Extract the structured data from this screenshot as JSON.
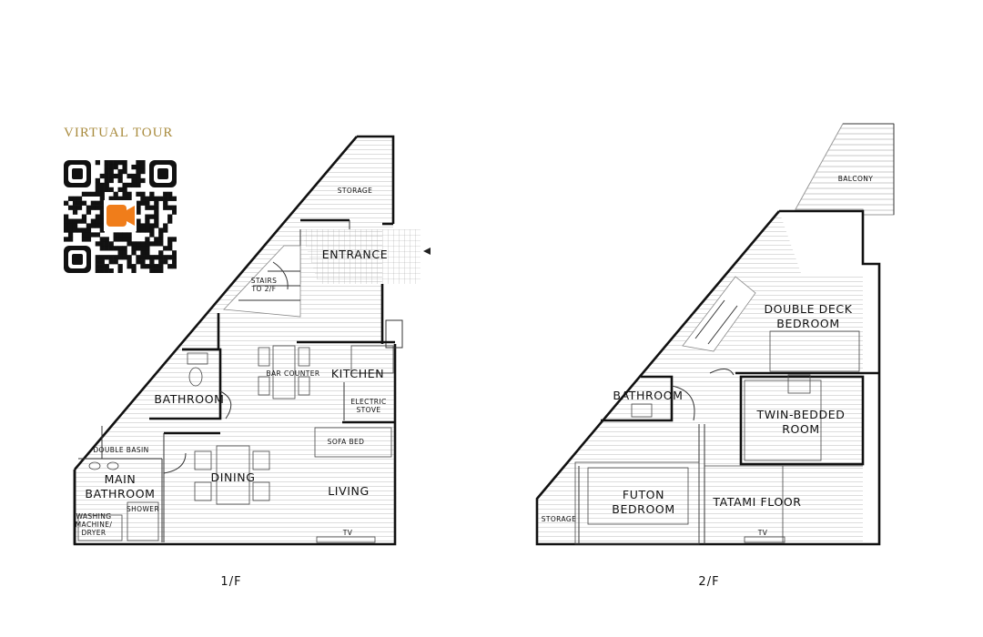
{
  "virtual_tour": {
    "label": "VIRTUAL TOUR",
    "qr_icon": "video-camera-icon",
    "accent_color": "#f07d1a",
    "label_color": "#a98b3e"
  },
  "floor1": {
    "caption": "1/F",
    "rooms": {
      "storage": "STORAGE",
      "entrance": "ENTRANCE",
      "stairs_line1": "STAIRS",
      "stairs_line2": "TO 2/F",
      "bar_counter": "BAR COUNTER",
      "kitchen": "KITCHEN",
      "electric_line1": "ELECTRIC",
      "electric_line2": "STOVE",
      "bathroom": "BATHROOM",
      "sofa_bed": "SOFA BED",
      "double_basin": "DOUBLE BASIN",
      "dining": "DINING",
      "living": "LIVING",
      "main_bath_line1": "MAIN",
      "main_bath_line2": "BATHROOM",
      "shower": "SHOWER",
      "washing_line1": "WASHING",
      "washing_line2": "MACHINE/",
      "washing_line3": "DRYER",
      "tv": "TV"
    }
  },
  "floor2": {
    "caption": "2/F",
    "rooms": {
      "balcony": "BALCONY",
      "double_deck_line1": "DOUBLE DECK",
      "double_deck_line2": "BEDROOM",
      "bathroom": "BATHROOM",
      "twin_line1": "TWIN-BEDDED",
      "twin_line2": "ROOM",
      "futon_line1": "FUTON",
      "futon_line2": "BEDROOM",
      "tatami": "TATAMI FLOOR",
      "storage": "STORAGE",
      "tv": "TV"
    }
  }
}
